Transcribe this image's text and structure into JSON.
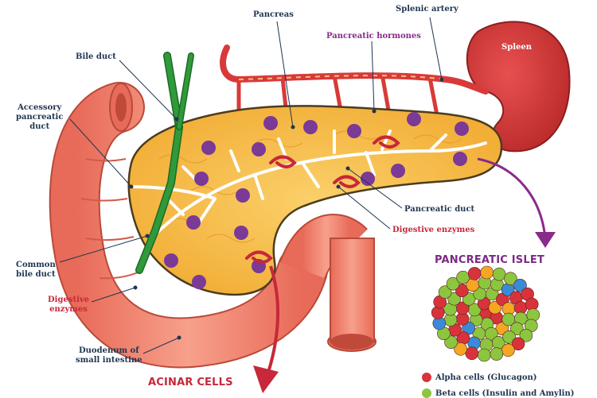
{
  "labels": {
    "pancreas": "Pancreas",
    "splenic_artery": "Splenic artery",
    "pancreatic_hormones": "Pancreatic hormones",
    "spleen": "Spleen",
    "bile_duct": "Bile duct",
    "accessory_pancreatic_duct": "Accessory\npancreatic\nduct",
    "pancreatic_duct": "Pancreatic duct",
    "digestive_enzymes_right": "Digestive enzymes",
    "common_bile_duct": "Common\nbile duct",
    "digestive_enzymes_left": "Digestive\nenzymes",
    "duodenum": "Duodenum of\nsmall intestine"
  },
  "headings": {
    "pancreatic_islet": "PANCREATIC ISLET",
    "acinar_cells": "ACINAR CELLS"
  },
  "legend": [
    {
      "label": "Alpha cells (Glucagon)",
      "color": "#d8333a"
    },
    {
      "label": "Beta cells (Insulin and Amylin)",
      "color": "#8cc63f"
    }
  ],
  "colors": {
    "pancreas": "#f6b53c",
    "pancreas_outline": "#4a3c20",
    "duodenum": "#f2846e",
    "spleen": "#d83a3a",
    "artery": "#d83a3a",
    "bile_duct": "#2f9a3a",
    "islet_cell": "#7a3a96",
    "alpha": "#d8333a",
    "beta": "#8cc63f",
    "delta": "#3a8ad8",
    "pp": "#f5a623"
  }
}
